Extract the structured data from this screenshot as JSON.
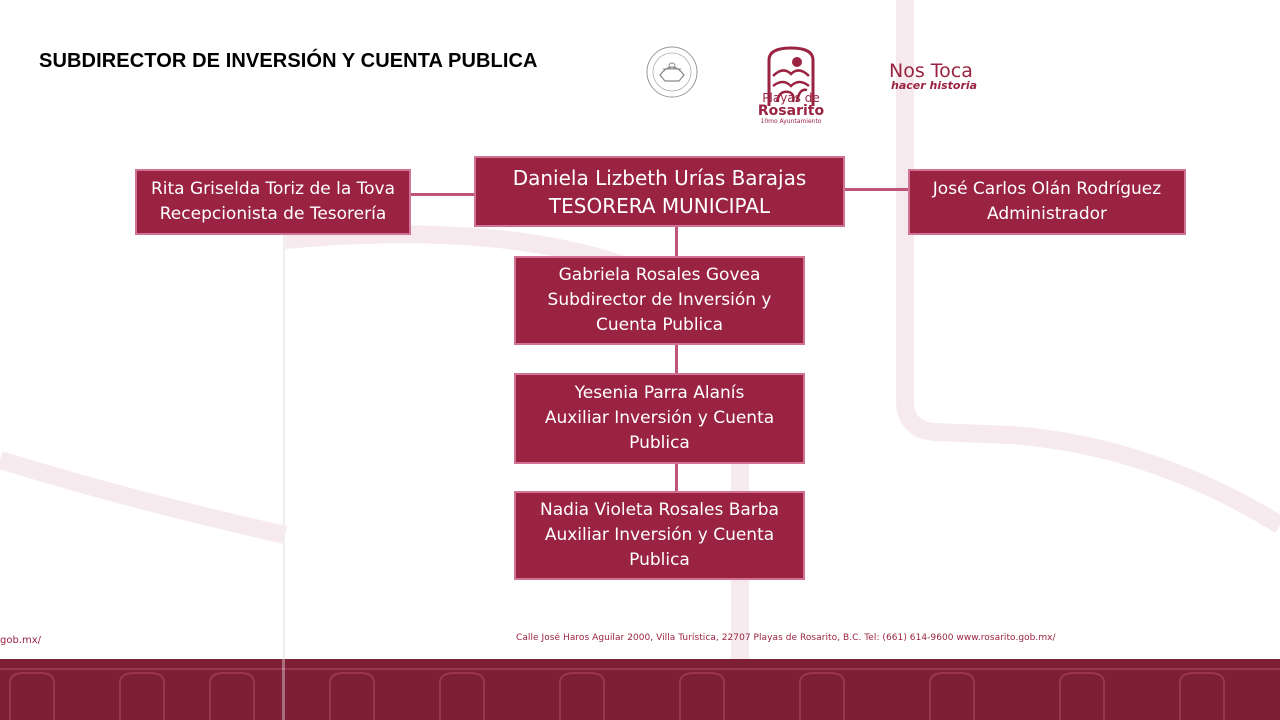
{
  "title": "SUBDIRECTOR DE INVERSIÓN Y CUENTA PUBLICA",
  "logos": {
    "seal_icon": "municipal-seal-icon",
    "playas_icon": "playas-de-rosarito-logo-icon",
    "playas_line1": "Playas de",
    "playas_line2": "Rosarito",
    "playas_line3": "10mo Ayuntamiento",
    "slogan_line1": "Nos Toca",
    "slogan_line2": "hacer historia"
  },
  "org": {
    "top": {
      "name": "Daniela Lizbeth Urías Barajas",
      "role": "TESORERA MUNICIPAL"
    },
    "left": {
      "name": "Rita Griselda Toriz de la Tova",
      "role": "Recepcionista de Tesorería"
    },
    "right": {
      "name": "José Carlos Olán Rodríguez",
      "role": "Administrador"
    },
    "level2": {
      "name": "Gabriela Rosales Govea",
      "role_line1": "Subdirector de Inversión y",
      "role_line2": "Cuenta Publica"
    },
    "level3": {
      "name": "Yesenia Parra Alanís",
      "role_line1": "Auxiliar Inversión y Cuenta",
      "role_line2": "Publica"
    },
    "level4": {
      "name": "Nadia Violeta Rosales Barba",
      "role_line1": "Auxiliar Inversión y Cuenta",
      "role_line2": "Publica"
    }
  },
  "footer": {
    "address": "Calle José Haros Aguilar 2000, Villa Turística, 22707 Playas de Rosarito, B.C. Tel: (661) 614-9600  www.rosarito.gob.mx/",
    "left_fragment": "gob.mx/"
  },
  "colors": {
    "box_fill": "#9a2341",
    "box_border": "#d07394",
    "connector": "#c05478",
    "band": "#7d1f35",
    "watermark": "#f4e8ec"
  }
}
